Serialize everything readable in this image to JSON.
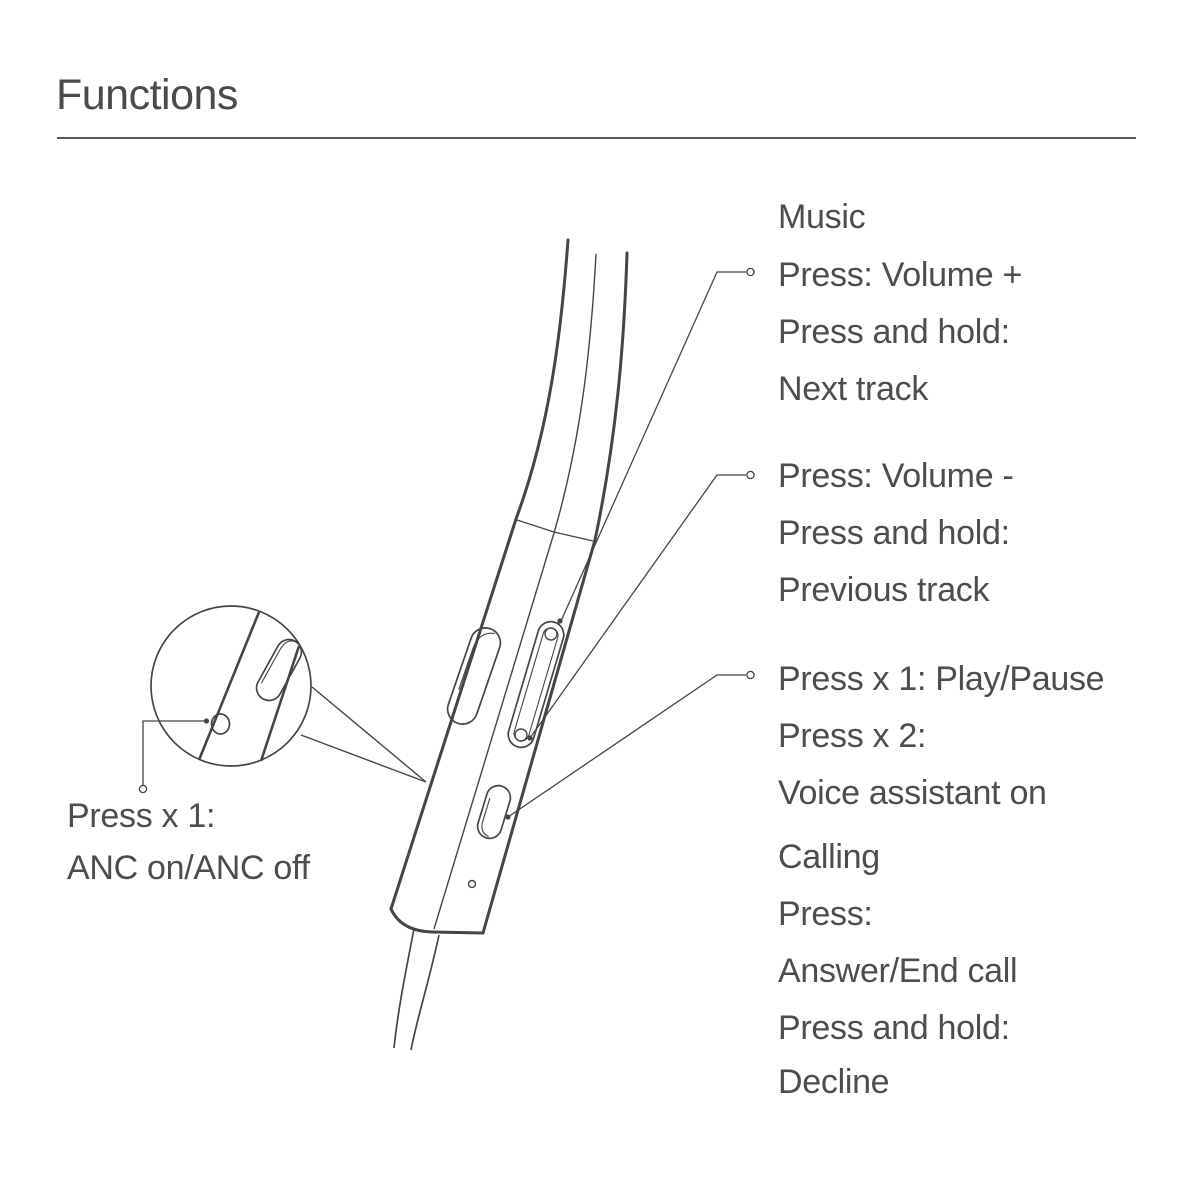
{
  "page": {
    "title": "Functions"
  },
  "colors": {
    "text": "#4d4d4d",
    "title": "#4a4a4a",
    "line_art": "#454545",
    "divider": "#56575a",
    "background": "#ffffff"
  },
  "labels": {
    "anc": {
      "lines": [
        "Press x 1:",
        "ANC on/ANC off"
      ]
    },
    "volume_up": {
      "lines": [
        "Music",
        "Press: Volume +",
        "Press and hold:",
        "Next track"
      ]
    },
    "volume_down": {
      "lines": [
        "Press: Volume -",
        "Press and hold:",
        "Previous track"
      ]
    },
    "play_pause": {
      "lines": [
        "Press x 1: Play/Pause",
        "Press x 2:",
        "Voice assistant on"
      ]
    },
    "calling": {
      "lines": [
        "Calling",
        "Press:",
        "Answer/End call",
        "Press and hold:",
        "Decline"
      ]
    }
  }
}
